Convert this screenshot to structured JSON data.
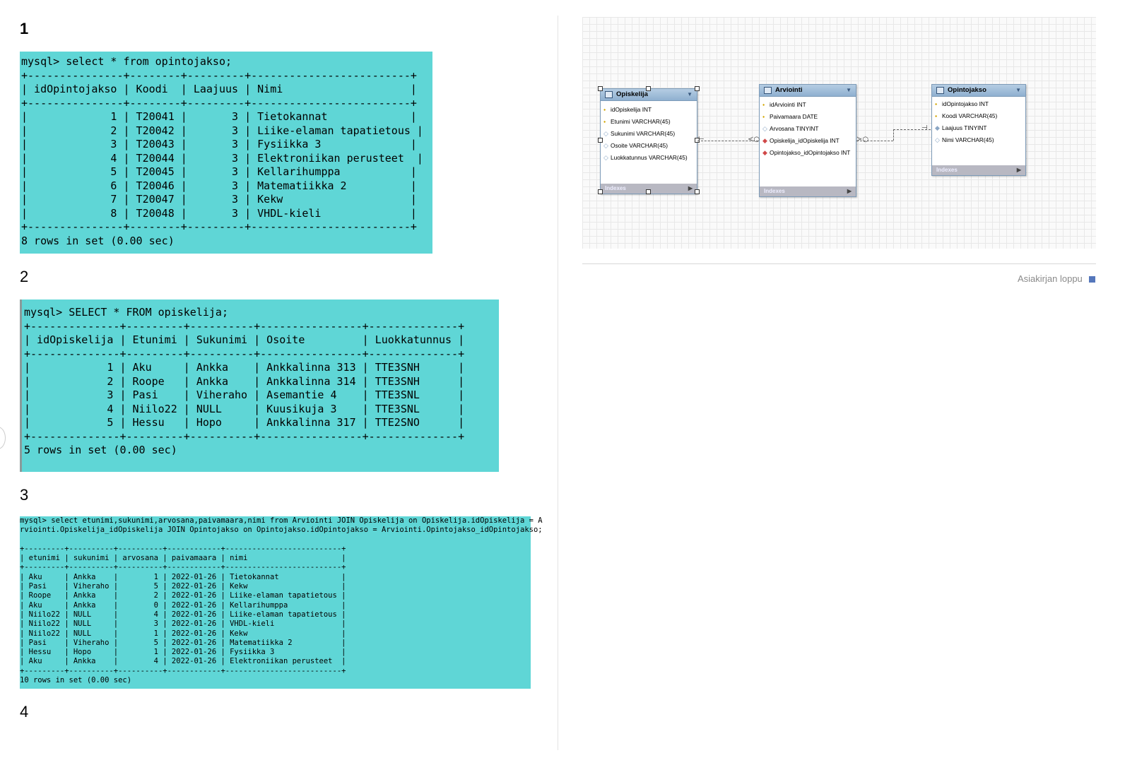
{
  "sections": [
    {
      "number": "1"
    },
    {
      "number": "2"
    },
    {
      "number": "3"
    },
    {
      "number": "4"
    }
  ],
  "terminal1": {
    "text": "mysql> select * from opintojakso;\n+---------------+--------+---------+-------------------------+\n| idOpintojakso | Koodi  | Laajuus | Nimi                    |\n+---------------+--------+---------+-------------------------+\n|             1 | T20041 |       3 | Tietokannat             |\n|             2 | T20042 |       3 | Liike-elaman tapatietous |\n|             3 | T20043 |       3 | Fysiikka 3              |\n|             4 | T20044 |       3 | Elektroniikan perusteet  |\n|             5 | T20045 |       3 | Kellarihumppa           |\n|             6 | T20046 |       3 | Matematiikka 2          |\n|             7 | T20047 |       3 | Kekw                    |\n|             8 | T20048 |       3 | VHDL-kieli              |\n+---------------+--------+---------+-------------------------+\n8 rows in set (0.00 sec)"
  },
  "terminal2": {
    "text": "mysql> SELECT * FROM opiskelija;\n+--------------+---------+----------+----------------+--------------+\n| idOpiskelija | Etunimi | Sukunimi | Osoite         | Luokkatunnus |\n+--------------+---------+----------+----------------+--------------+\n|            1 | Aku     | Ankka    | Ankkalinna 313 | TTE3SNH      |\n|            2 | Roope   | Ankka    | Ankkalinna 314 | TTE3SNH      |\n|            3 | Pasi    | Viheraho | Asemantie 4    | TTE3SNL      |\n|            4 | Niilo22 | NULL     | Kuusikuja 3    | TTE3SNL      |\n|            5 | Hessu   | Hopo     | Ankkalinna 317 | TTE2SNO      |\n+--------------+---------+----------+----------------+--------------+\n5 rows in set (0.00 sec)"
  },
  "terminal3": {
    "text": "mysql> select etunimi,sukunimi,arvosana,paivamaara,nimi from Arviointi JOIN Opiskelija on Opiskelija.idOpiskelija = A\nrviointi.Opiskelija_idOpiskelija JOIN Opintojakso on Opintojakso.idOpintojakso = Arviointi.Opintojakso_idOpintojakso;\n\n+---------+----------+----------+------------+--------------------------+\n| etunimi | sukunimi | arvosana | paivamaara | nimi                     |\n+---------+----------+----------+------------+--------------------------+\n| Aku     | Ankka    |        1 | 2022-01-26 | Tietokannat              |\n| Pasi    | Viheraho |        5 | 2022-01-26 | Kekw                     |\n| Roope   | Ankka    |        2 | 2022-01-26 | Liike-elaman tapatietous |\n| Aku     | Ankka    |        0 | 2022-01-26 | Kellarihumppa            |\n| Niilo22 | NULL     |        4 | 2022-01-26 | Liike-elaman tapatietous |\n| Niilo22 | NULL     |        3 | 2022-01-26 | VHDL-kieli               |\n| Niilo22 | NULL     |        1 | 2022-01-26 | Kekw                     |\n| Pasi    | Viheraho |        5 | 2022-01-26 | Matematiikka 2           |\n| Hessu   | Hopo     |        1 | 2022-01-26 | Fysiikka 3               |\n| Aku     | Ankka    |        4 | 2022-01-26 | Elektroniikan perusteet  |\n+---------+----------+----------+------------+--------------------------+\n10 rows in set (0.00 sec)"
  },
  "er_diagram": {
    "entities": {
      "opiskelija": {
        "title": "Opiskelija",
        "columns": [
          {
            "name": "idOpiskelija INT",
            "key": "pk"
          },
          {
            "name": "Etunimi VARCHAR(45)",
            "key": "pk"
          },
          {
            "name": "Sukunimi VARCHAR(45)",
            "key": "nk"
          },
          {
            "name": "Osoite VARCHAR(45)",
            "key": "nk"
          },
          {
            "name": "Luokkatunnus VARCHAR(45)",
            "key": "nk"
          }
        ],
        "footer": "Indexes"
      },
      "arviointi": {
        "title": "Arviointi",
        "columns": [
          {
            "name": "idArviointi INT",
            "key": "pk"
          },
          {
            "name": "Paivamaara DATE",
            "key": "pk"
          },
          {
            "name": "Arvosana TINYINT",
            "key": "nk"
          },
          {
            "name": "Opiskelija_idOpiskelija INT",
            "key": "fk"
          },
          {
            "name": "Opintojakso_idOpintojakso INT",
            "key": "fk"
          }
        ],
        "footer": "Indexes"
      },
      "opintojakso": {
        "title": "Opintojakso",
        "columns": [
          {
            "name": "idOpintojakso INT",
            "key": "pk"
          },
          {
            "name": "Koodi VARCHAR(45)",
            "key": "pk"
          },
          {
            "name": "Laajuus TINYINT",
            "key": "nk"
          },
          {
            "name": "Nimi VARCHAR(45)",
            "key": "nk"
          }
        ],
        "footer": "Indexes"
      }
    }
  },
  "end_of_document": "Asiakirjan loppu"
}
